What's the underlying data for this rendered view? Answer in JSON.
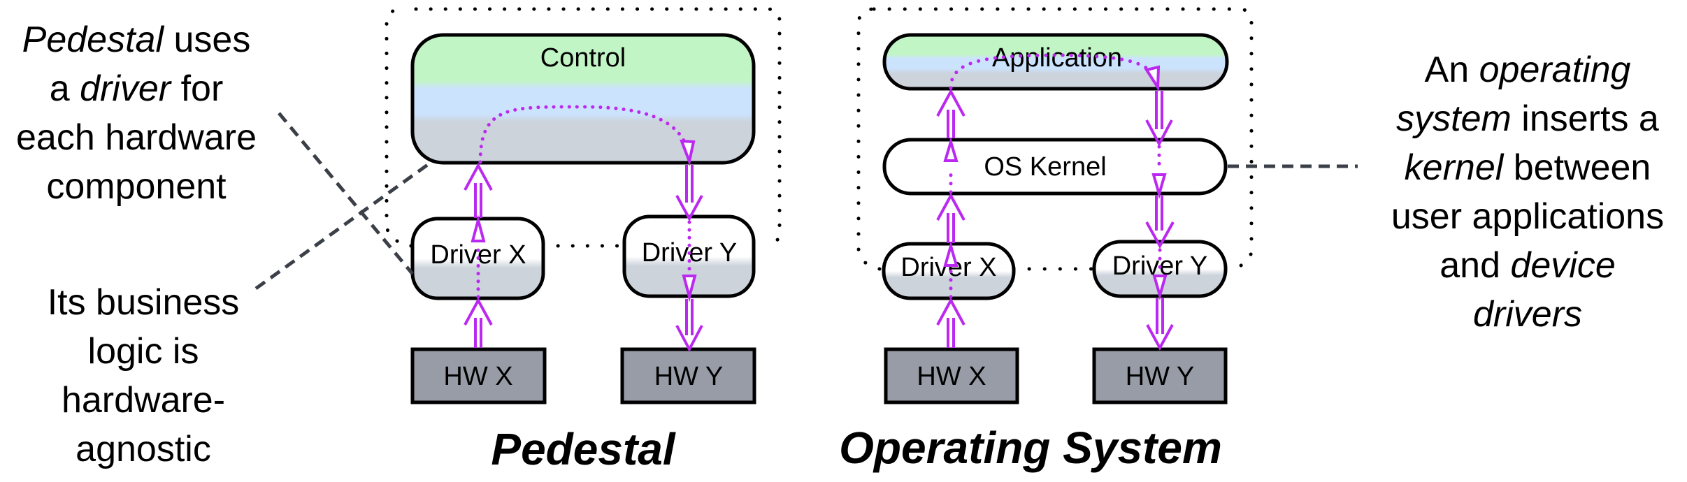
{
  "colors": {
    "arrow": "#bb29f0",
    "leader_line": "#3b4048",
    "fill_green": "#c2f5c6",
    "fill_blue": "#cce3fd",
    "fill_gray": "#ccd3db",
    "hardware_fill": "#989ca6",
    "outline": "#000000"
  },
  "annotations": {
    "left_top": {
      "lines": [
        [
          {
            "text": "Pedestal",
            "italic": true
          },
          {
            "text": " uses",
            "italic": false
          }
        ],
        [
          {
            "text": "a ",
            "italic": false
          },
          {
            "text": "driver",
            "italic": true
          },
          {
            "text": " for",
            "italic": false
          }
        ],
        [
          {
            "text": "each hardware",
            "italic": false
          }
        ],
        [
          {
            "text": "component",
            "italic": false
          }
        ]
      ]
    },
    "left_bottom": {
      "lines": [
        [
          {
            "text": "Its business",
            "italic": false
          }
        ],
        [
          {
            "text": "logic is",
            "italic": false
          }
        ],
        [
          {
            "text": "hardware-",
            "italic": false
          }
        ],
        [
          {
            "text": "agnostic",
            "italic": false
          }
        ]
      ]
    },
    "right": {
      "lines": [
        [
          {
            "text": "An ",
            "italic": false
          },
          {
            "text": "operating",
            "italic": true
          }
        ],
        [
          {
            "text": "system",
            "italic": true
          },
          {
            "text": " inserts a",
            "italic": false
          }
        ],
        [
          {
            "text": "kernel",
            "italic": true
          },
          {
            "text": " between",
            "italic": false
          }
        ],
        [
          {
            "text": "user applications",
            "italic": false
          }
        ],
        [
          {
            "text": "and ",
            "italic": false
          },
          {
            "text": "device",
            "italic": true
          }
        ],
        [
          {
            "text": "drivers",
            "italic": true
          }
        ]
      ]
    }
  },
  "pedestal": {
    "title": "Pedestal",
    "control_label": "Control",
    "driver_x_label": "Driver X",
    "driver_y_label": "Driver Y",
    "hw_x_label": "HW X",
    "hw_y_label": "HW Y"
  },
  "os": {
    "title": "Operating System",
    "application_label": "Application",
    "kernel_label": "OS Kernel",
    "driver_x_label": "Driver X",
    "driver_y_label": "Driver Y",
    "hw_x_label": "HW X",
    "hw_y_label": "HW Y"
  }
}
